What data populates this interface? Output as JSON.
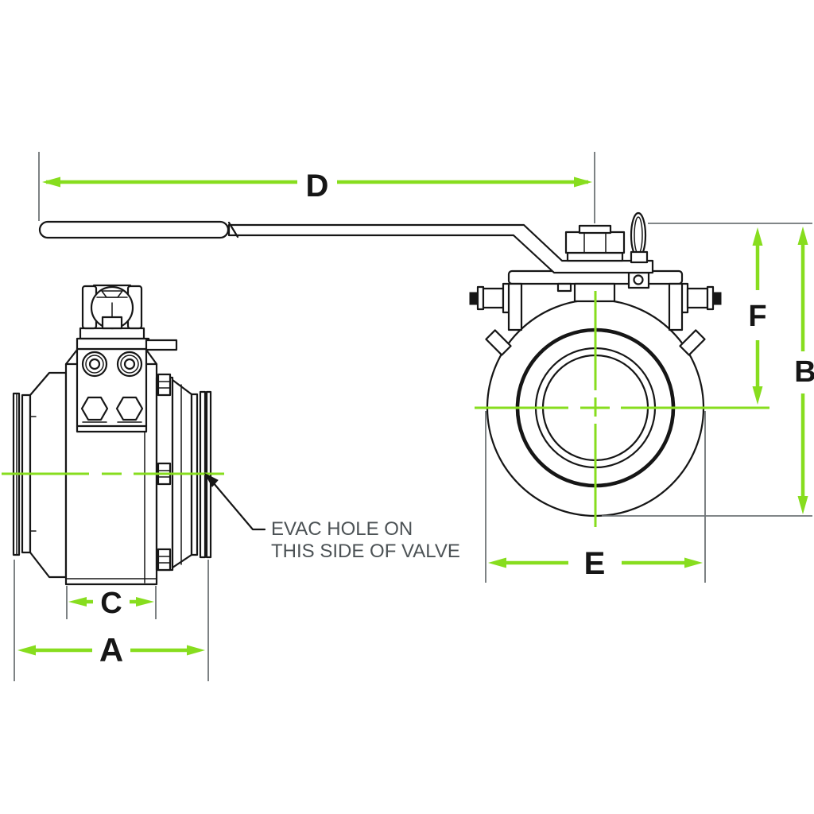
{
  "drawing": {
    "type": "ball valve dimensional diagram, side view and front view",
    "dimensions": {
      "a": "A",
      "b": "B",
      "c": "C",
      "d": "D",
      "e": "E",
      "f": "F"
    },
    "note": {
      "line1": "EVAC HOLE ON",
      "line2": "THIS SIDE OF VALVE"
    },
    "colors": {
      "dimension_green": "#87DD1E",
      "line_black": "#161616",
      "extension_gray": "#6F7477",
      "note_gray": "#4C5255",
      "background": "#FFFFFF"
    }
  }
}
